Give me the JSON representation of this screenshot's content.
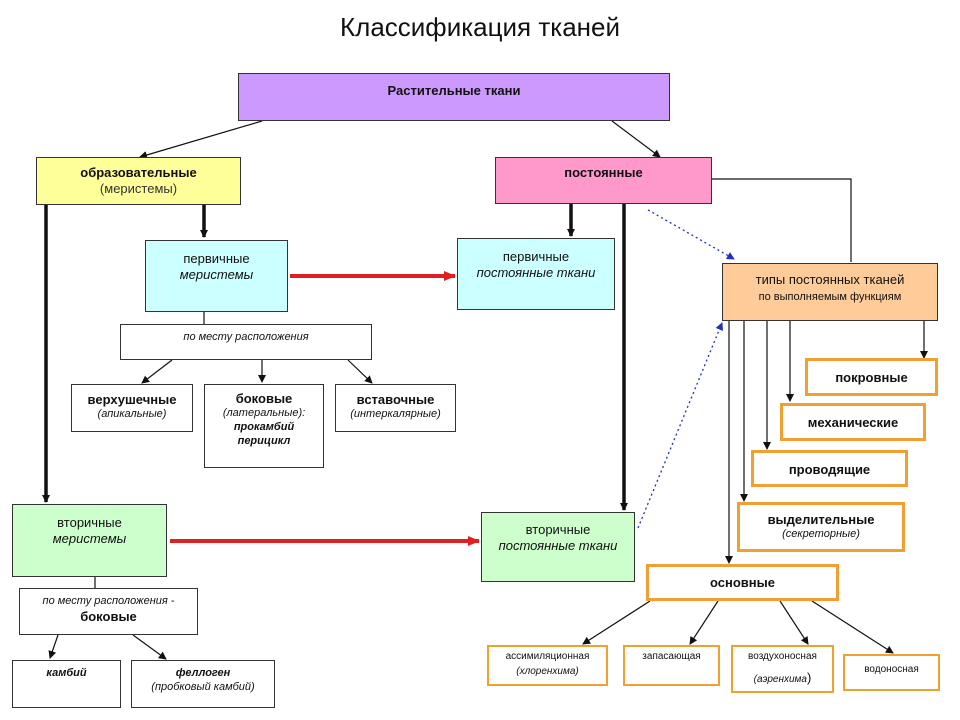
{
  "title": "Классификация тканей",
  "colors": {
    "root": "#cc99ff",
    "meristem": "#ffff99",
    "permanent": "#ff99cc",
    "primary": "#ccffff",
    "secondary": "#ccffcc",
    "types": "#ffcc99",
    "orange_border": "#f0a030",
    "red_arrow": "#e02020",
    "blue_dotted": "#2030c0"
  },
  "nodes": {
    "root": "Растительные ткани",
    "meristems": {
      "title": "образовательные",
      "sub": "(меристемы)"
    },
    "permanent": {
      "title": "постоянные"
    },
    "primary_meristems": {
      "line1": "первичные",
      "line2": "меристемы"
    },
    "primary_permanent": {
      "line1": "первичные",
      "line2": "постоянные ткани"
    },
    "location_primary": "по месту расположения",
    "apical": {
      "title": "верхушечные",
      "sub": "(апикальные)"
    },
    "lateral": {
      "title": "боковые",
      "sub": "(латеральные):",
      "line3": "прокамбий",
      "line4": "перицикл"
    },
    "intercalary": {
      "title": "вставочные",
      "sub": "(интеркалярные)"
    },
    "secondary_meristems": {
      "line1": "вторичные",
      "line2": "меристемы"
    },
    "secondary_permanent": {
      "line1": "вторичные",
      "line2": "постоянные ткани"
    },
    "location_secondary": {
      "line1": "по месту расположения -",
      "line2": "боковые"
    },
    "cambium": "камбий",
    "phellogen": {
      "title": "феллоген",
      "sub": "(пробковый камбий)"
    },
    "types": {
      "title": "типы постоянных тканей",
      "sub": "по выполняемым функциям"
    },
    "integumentary": "покровные",
    "mechanical": "механические",
    "conducting": "проводящие",
    "secretory": {
      "title": "выделительные",
      "sub": "(секреторные)"
    },
    "ground": "основные",
    "assimilation": {
      "title": "ассимиляционная",
      "sub": "(хлоренхима)"
    },
    "storage": "запасающая",
    "aerating": {
      "title": "воздухоносная",
      "sub": "(аэренхима",
      "close": ")"
    },
    "aquiferous": "водоносная"
  }
}
